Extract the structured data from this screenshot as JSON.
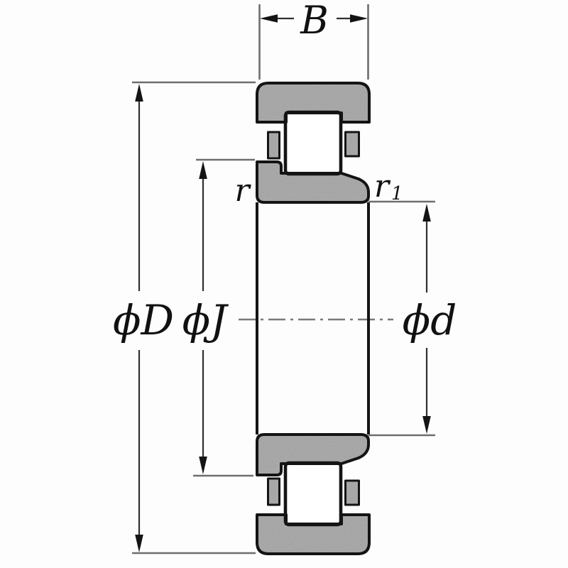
{
  "diagram": {
    "type": "bearing-cross-section-drawing",
    "view": "cylindrical-roller-bearing-NJ-type-section",
    "background": "#fdfdfd",
    "colors": {
      "ring_fill": "#b4b4b4",
      "roller_fill": "#ffffff",
      "outline": "#141414",
      "dimension_line": "#303030",
      "extension_line": "#6e6e6e",
      "centerline": "#7a7a7a",
      "label_color": "#111111"
    },
    "labels": {
      "width": "B",
      "outer_diameter": "ϕD",
      "rib_diameter": "ϕJ",
      "bore_diameter": "ϕd",
      "chamfer_outer": "r",
      "chamfer_inner_base": "r",
      "chamfer_inner_sub": "1"
    }
  }
}
